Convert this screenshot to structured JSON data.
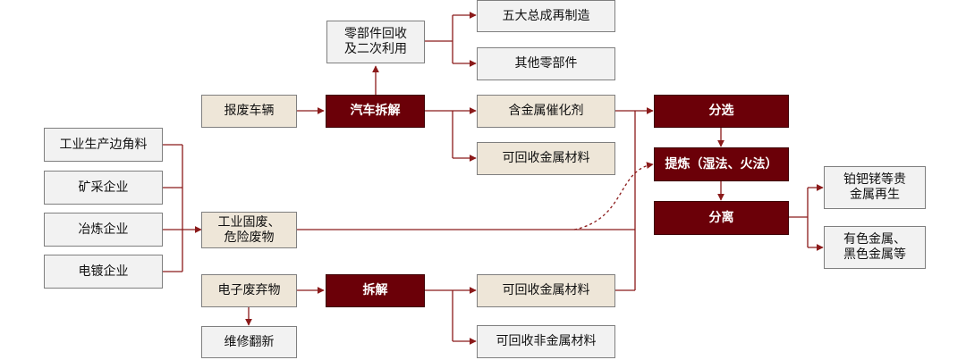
{
  "diagram": {
    "sources": {
      "corner_scrap": "工业生产边角料",
      "mining": "矿采企业",
      "smelting": "冶炼企业",
      "electroplating": "电镀企业"
    },
    "inputs": {
      "scrap_vehicles": "报废车辆",
      "industrial_waste_line1": "工业固废、",
      "industrial_waste_line2": "危险废物",
      "e_waste": "电子废弃物"
    },
    "processes": {
      "vehicle_dismantling": "汽车拆解",
      "dismantling": "拆解",
      "sorting": "分选",
      "refining": "提炼（湿法、火法）",
      "separation": "分离"
    },
    "outputs": {
      "parts_recycle_line1": "零部件回收",
      "parts_recycle_line2": "及二次利用",
      "remanufacture": "五大总成再制造",
      "other_parts": "其他零部件",
      "catalyst": "含金属催化剂",
      "recyclable_metal_1": "可回收金属材料",
      "recyclable_metal_2": "可回收金属材料",
      "recyclable_nonmetal": "可回收非金属材料",
      "repair_refurbish": "维修翻新",
      "precious_line1": "铂钯铑等贵",
      "precious_line2": "金属再生",
      "ferrous_line1": "有色金属、",
      "ferrous_line2": "黑色金属等"
    },
    "colors": {
      "dark_box": "#6b0008",
      "beige_box": "#eee6d8",
      "gray_box": "#f2f2f2",
      "connector": "#8b1a1a"
    }
  }
}
